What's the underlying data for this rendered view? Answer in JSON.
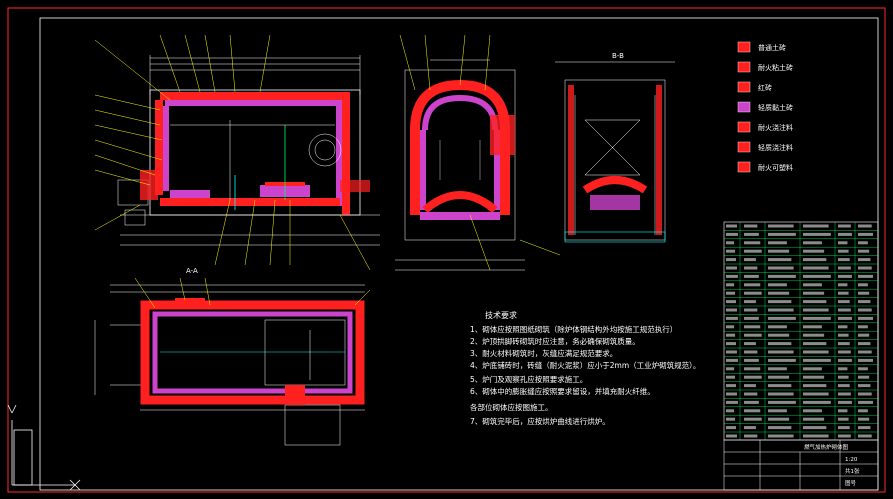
{
  "colors": {
    "background": "#000000",
    "frame": "#ff2a2a",
    "line": "#ffffff",
    "refractory": "#ff2020",
    "insulation": "#cc44cc",
    "leader": "#ffff00",
    "accent_green": "#00ff66",
    "accent_cyan": "#00ffff",
    "table": "#00ff66"
  },
  "legend": [
    {
      "label": "普通土砖",
      "color": "#ff2020"
    },
    {
      "label": "耐火粘土砖",
      "color": "#ff2020"
    },
    {
      "label": "红砖",
      "color": "#ff2020"
    },
    {
      "label": "轻质黏土砖",
      "color": "#cc44cc"
    },
    {
      "label": "耐火浇注料",
      "color": "#ff2020"
    },
    {
      "label": "轻质浇注料",
      "color": "#ff2020"
    },
    {
      "label": "耐火可塑料",
      "color": "#ff2020"
    }
  ],
  "view_labels": {
    "a": "A-A",
    "b": "B-B"
  },
  "notes": {
    "title": "技术要求",
    "items": [
      "1、砌体应按照图纸砌筑（除炉体钢结构外均按施工规范执行）",
      "2、炉顶拱脚砖砌筑时应注意，务必确保砌筑质量。",
      "3、耐火材料砌筑时，灰缝应满足规范要求。",
      "4、炉底铺砖时，砖缝（耐火泥浆）应小于2mm（工业炉砌筑规范）。",
      "5、炉门及观察孔应按照要求施工。",
      "6、砌体中的膨胀缝应按照要求留设，并填充耐火纤维。",
      "   各部位砌体应按图施工。",
      "7、砌筑完毕后，应按烘炉曲线进行烘炉。"
    ]
  },
  "title_block": {
    "drawing_title": "燃气加热炉砌体图",
    "drawing_no": "图号",
    "scale": "1:20",
    "sheet": "共1张"
  }
}
